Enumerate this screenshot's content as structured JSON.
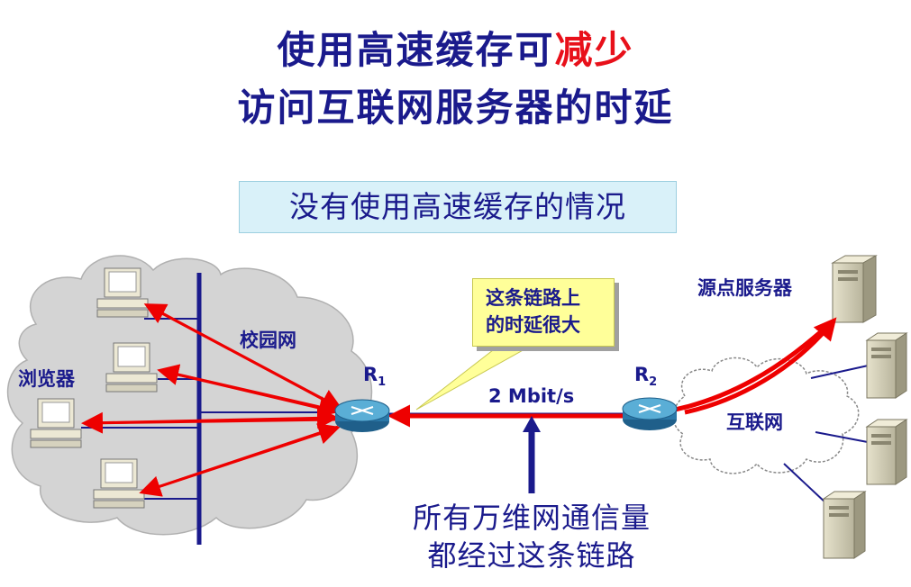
{
  "title": {
    "line1_main": "使用高速缓存可",
    "line1_highlight": "减少",
    "line2": "访问互联网服务器的时延"
  },
  "subtitle": "没有使用高速缓存的情况",
  "labels": {
    "campus_network": "校园网",
    "browser": "浏览器",
    "router1": "R",
    "router1_sub": "1",
    "router2": "R",
    "router2_sub": "2",
    "link_speed": "2 Mbit/s",
    "origin_server": "源点服务器",
    "internet": "互联网"
  },
  "callout": {
    "line1": "这条链路上",
    "line2": "的时延很大"
  },
  "caption": {
    "line1": "所有万维网通信量",
    "line2": "都经过这条链路"
  },
  "colors": {
    "text_blue": "#1a1a8c",
    "highlight_red": "#e8101a",
    "arrow_red": "#ee0000",
    "subtitle_bg": "#d9f1f9",
    "callout_bg": "#ffff99",
    "router_teal": "#3a8fbf"
  }
}
